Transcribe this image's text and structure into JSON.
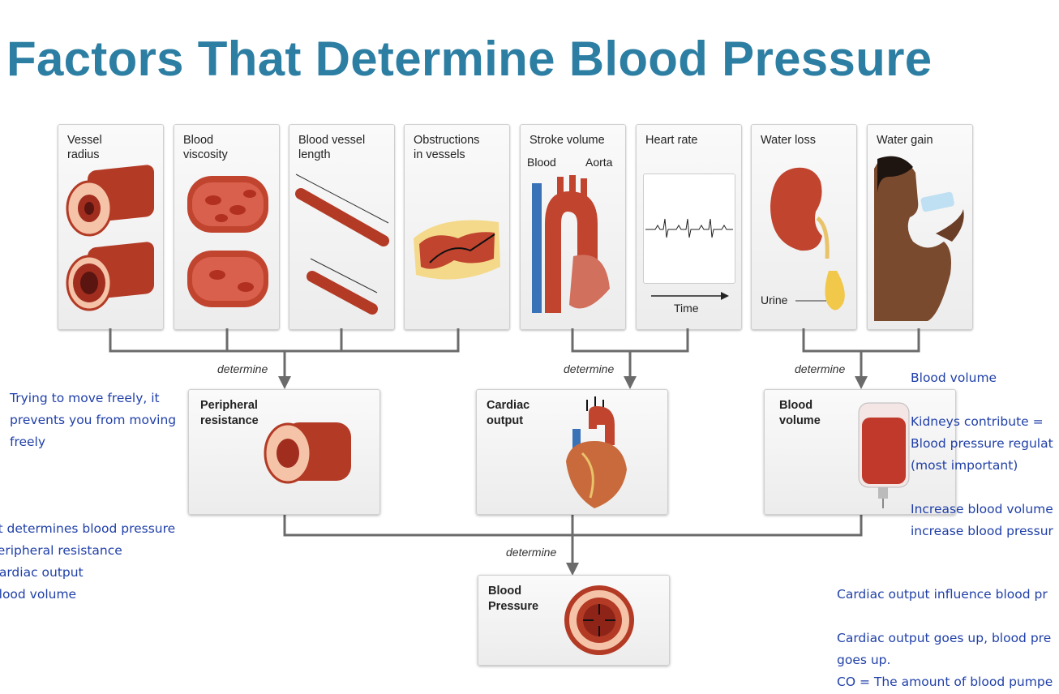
{
  "title": "Factors That Determine Blood Pressure",
  "panels": [
    {
      "label": "Vessel\nradius"
    },
    {
      "label": "Blood\nviscosity"
    },
    {
      "label": "Blood vessel\nlength"
    },
    {
      "label": "Obstructions\nin vessels"
    },
    {
      "label": "Stroke volume",
      "sub1": "Blood",
      "sub2": "Aorta"
    },
    {
      "label": "Heart rate",
      "sub1": "Time"
    },
    {
      "label": "Water loss",
      "sub1": "Urine"
    },
    {
      "label": "Water gain"
    }
  ],
  "connector_label": "determine",
  "intermediates": {
    "peripheral": "Peripheral\nresistance",
    "cardiac": "Cardiac\noutput",
    "volume": "Blood\nvolume"
  },
  "result": "Blood\nPressure",
  "notes": {
    "left_top": "Trying to move freely, it\nprevents you from moving\nfreely",
    "left_bottom": "at determines blood pressure\nPeripheral resistance\nCardiac output\nBlood volume",
    "right_top": "Blood volume\n\nKidneys contribute =\nBlood pressure regulat\n(most important)\n\nIncrease blood volume\nincrease blood pressur",
    "right_bottom": "Cardiac output influence blood pr\n\nCardiac output goes up, blood pre\ngoes up.\nCO = The amount of blood pumpe"
  },
  "colors": {
    "title": "#2c7ea3",
    "notes": "#1f3fa8",
    "vessel": "#c0392b",
    "connector": "#6b6b6b"
  }
}
